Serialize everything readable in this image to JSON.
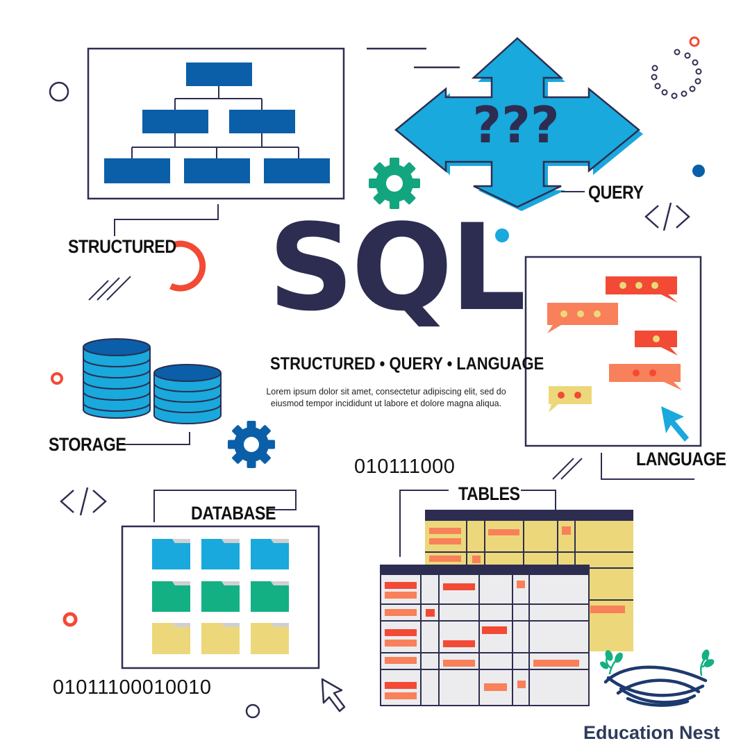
{
  "title": "SQL",
  "subtitle": "STRUCTURED • QUERY • LANGUAGE",
  "description": "Lorem ipsum dolor sit amet, consectetur adipiscing elit, sed do eiusmod tempor incididunt ut labore et dolore magna aliqua.",
  "labels": {
    "structured": "STRUCTURED",
    "query": "QUERY",
    "storage": "STORAGE",
    "language": "LANGUAGE",
    "database": "DATABASE",
    "tables": "TABLES"
  },
  "query_marks": "???",
  "binary": {
    "top": "010111000",
    "bottom": "01011100010010"
  },
  "brand": "Education Nest",
  "icons": [
    "code-brackets-icon",
    "gear-icon",
    "cursor-arrow-icon",
    "database-cylinder-icon",
    "folder-icon",
    "chat-bubble-icon",
    "nest-logo-icon"
  ],
  "colors": {
    "navy": "#2d2d52",
    "blue": "#0a5fa8",
    "sky": "#19a9dc",
    "green": "#13a57e",
    "red": "#f24a35",
    "orange": "#f8805a",
    "yellow": "#ecd87a"
  }
}
